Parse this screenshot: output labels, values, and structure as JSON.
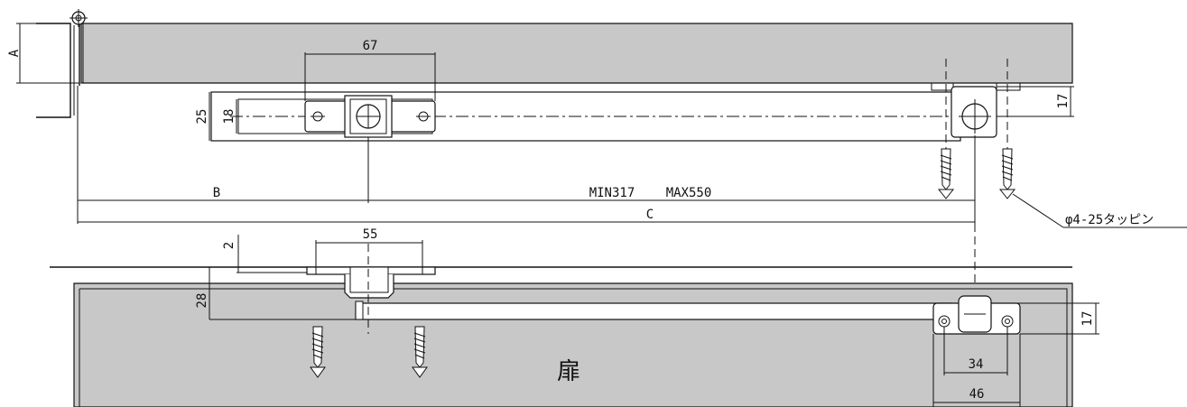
{
  "labels": {
    "a": "A",
    "dim67": "67",
    "dim25": "25",
    "dim18": "18",
    "b": "B",
    "min": "MIN317",
    "max": "MAX550",
    "c": "C",
    "dim17_top": "17",
    "screw": "φ4-25タッピン",
    "dim2": "2",
    "dim55": "55",
    "dim28": "28",
    "door": "扉",
    "dim17_bottom": "17",
    "dim34": "34",
    "dim46": "46"
  },
  "colors": {
    "panel": "#c8c8c8",
    "line": "#111111",
    "background": "#ffffff"
  }
}
